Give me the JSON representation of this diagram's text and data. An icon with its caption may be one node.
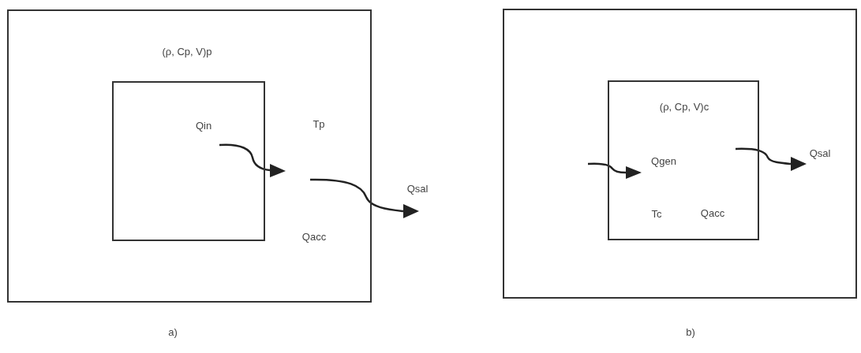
{
  "diagram": {
    "nodes": [
      {
        "text": [
          "(ρ, Cp, V)p",
          "Tp",
          "Qacc"
        ]
      },
      {
        "text": [
          "Qin"
        ],
        "in": 0
      },
      {
        "text": [
          "Qsal"
        ]
      },
      {
        "text": [
          "(ρ, Cp, V)c",
          "Qgen",
          "Tc",
          "Qacc"
        ],
        "in": 2
      }
    ],
    "labels": [
      "Qsal",
      "a)",
      "b)"
    ]
  }
}
